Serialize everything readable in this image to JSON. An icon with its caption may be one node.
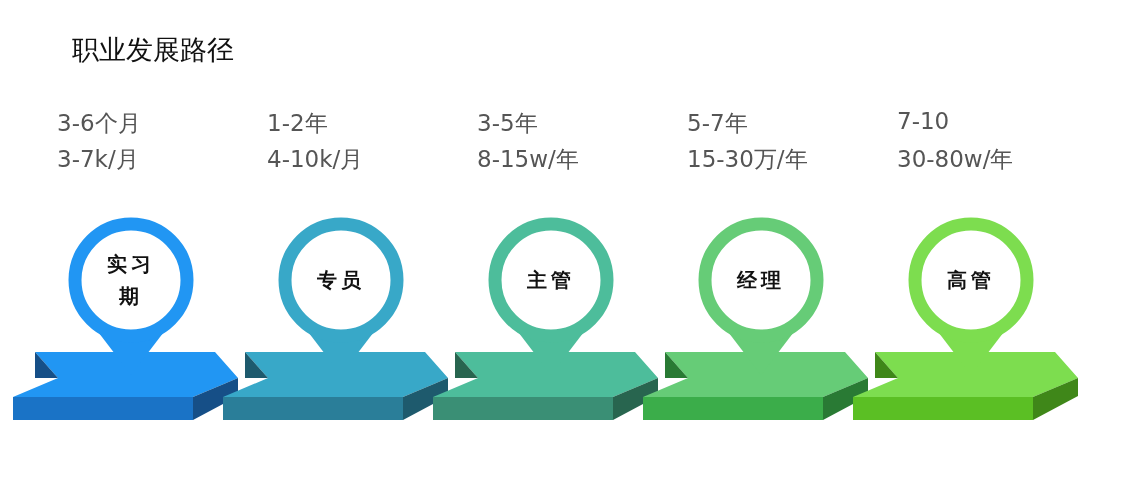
{
  "diagram": {
    "title": "职业发展路径",
    "nodes": [
      {
        "text": [
          "实习期"
        ],
        "beside": [
          "3-6个月",
          "3-7k/月"
        ]
      },
      {
        "text": [
          "专员"
        ],
        "beside": [
          "1-2年",
          "4-10k/月"
        ]
      },
      {
        "text": [
          "主管"
        ],
        "beside": [
          "3-5年",
          "8-15w/年"
        ]
      },
      {
        "text": [
          "经理"
        ],
        "beside": [
          "5-7年",
          "15-30万/年"
        ]
      },
      {
        "text": [
          "高管"
        ],
        "beside": [
          "7-10",
          "30-80w/年"
        ]
      }
    ]
  }
}
